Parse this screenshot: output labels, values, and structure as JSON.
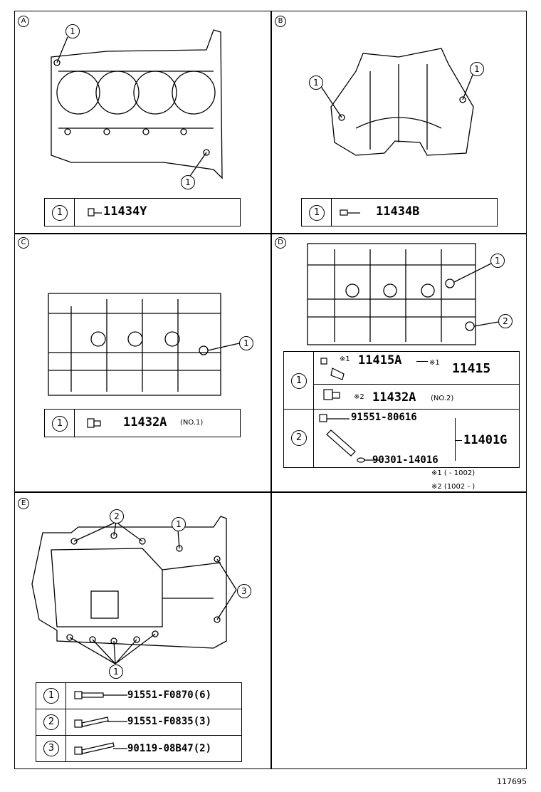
{
  "panels": {
    "A": {
      "label": "A",
      "callouts": [
        "1",
        "1"
      ],
      "legend": {
        "index": "1",
        "part": "11434Y"
      }
    },
    "B": {
      "label": "B",
      "callouts": [
        "1",
        "1"
      ],
      "legend": {
        "index": "1",
        "part": "11434B"
      }
    },
    "C": {
      "label": "C",
      "callouts": [
        "1"
      ],
      "legend": {
        "index": "1",
        "part": "11432A",
        "note": "(NO.1)"
      }
    },
    "D": {
      "label": "D",
      "callouts": [
        "1",
        "2"
      ],
      "legend": {
        "row1": {
          "index": "1",
          "part_a_mark": "※1",
          "part_a": "11415A",
          "part_b_mark": "※1",
          "part_b": "11415",
          "part_c_mark": "※2",
          "part_c": "11432A",
          "part_c_note": "(NO.2)"
        },
        "row2": {
          "index": "2",
          "part_a": "91551-80616",
          "part_b": "90301-14016",
          "assembly": "11401G"
        }
      },
      "footnotes": [
        "※1 (        - 1002)",
        "※2 (1002 -        )"
      ]
    },
    "E": {
      "label": "E",
      "callouts": [
        "2",
        "1",
        "3",
        "1"
      ],
      "legend": [
        {
          "index": "1",
          "part": "91551-F0870(6)"
        },
        {
          "index": "2",
          "part": "91551-F0835(3)"
        },
        {
          "index": "3",
          "part": "90119-08B47(2)"
        }
      ]
    }
  },
  "footer_id": "117695"
}
